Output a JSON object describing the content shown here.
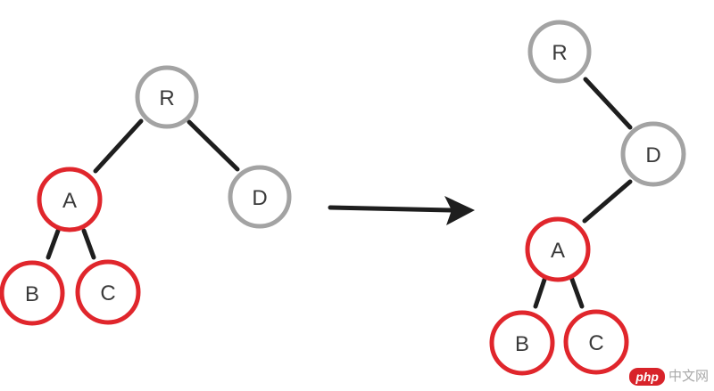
{
  "colors": {
    "root_stroke": "#a3a3a3",
    "red_stroke": "#e0262c",
    "edge": "#1e1e1e",
    "label": "#3a3a3a",
    "watermark_badge": "#d8232a",
    "watermark_text": "#a8a8a8"
  },
  "before_tree": {
    "nodes": {
      "R": {
        "label": "R",
        "color": "gray"
      },
      "A": {
        "label": "A",
        "color": "red"
      },
      "D": {
        "label": "D",
        "color": "gray"
      },
      "B": {
        "label": "B",
        "color": "red"
      },
      "C": {
        "label": "C",
        "color": "red"
      }
    },
    "edges": [
      [
        "R",
        "A"
      ],
      [
        "R",
        "D"
      ],
      [
        "A",
        "B"
      ],
      [
        "A",
        "C"
      ]
    ]
  },
  "after_tree": {
    "nodes": {
      "R": {
        "label": "R",
        "color": "gray"
      },
      "D": {
        "label": "D",
        "color": "gray"
      },
      "A": {
        "label": "A",
        "color": "red"
      },
      "B": {
        "label": "B",
        "color": "red"
      },
      "C": {
        "label": "C",
        "color": "red"
      }
    },
    "edges": [
      [
        "R",
        "D"
      ],
      [
        "D",
        "A"
      ],
      [
        "A",
        "B"
      ],
      [
        "A",
        "C"
      ]
    ]
  },
  "arrow_icon": "right-arrow-icon",
  "watermark": {
    "badge": "php",
    "text": "中文网"
  }
}
